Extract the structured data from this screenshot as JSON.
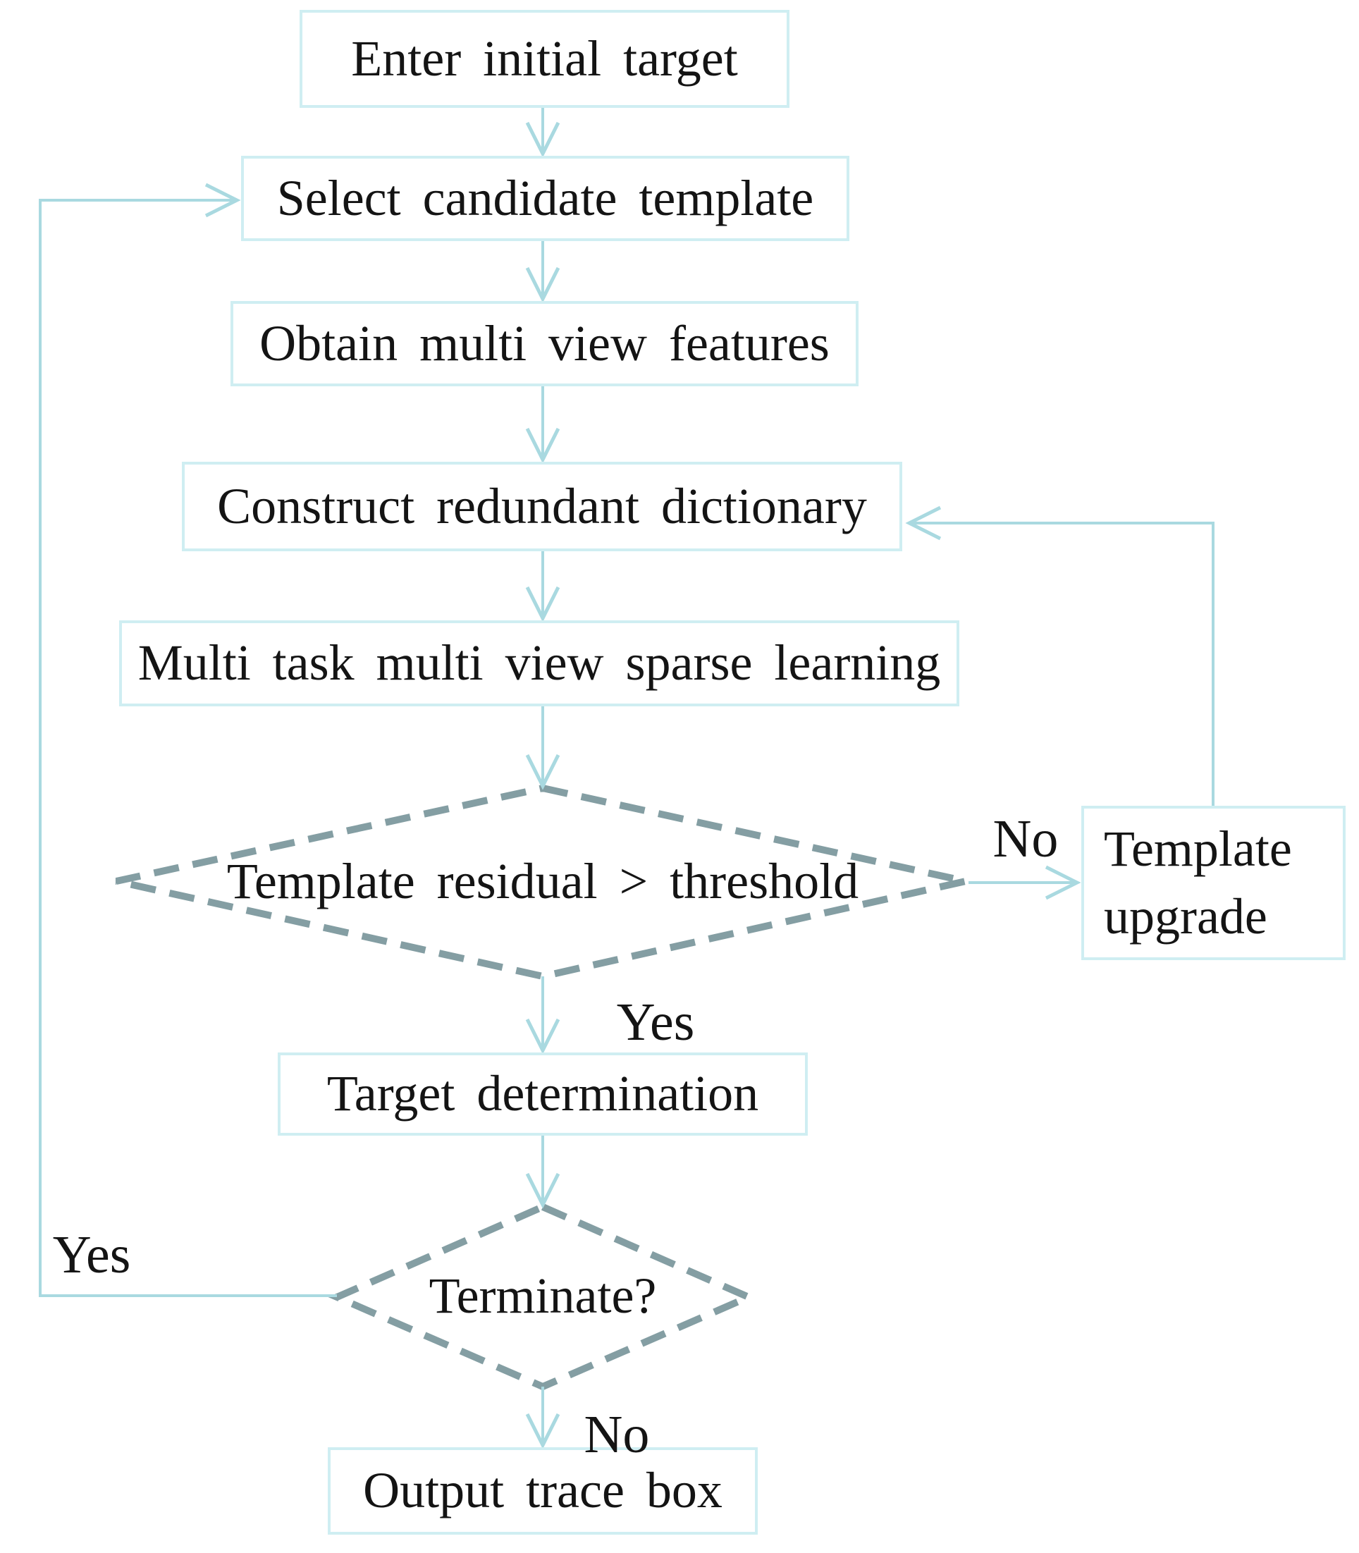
{
  "flowchart": {
    "colors": {
      "box_border": "#cfeef2",
      "line": "#a9d9e0",
      "dash": "#849ea3",
      "text": "#141414",
      "bg": "#ffffff"
    },
    "nodes": {
      "enter_initial_target": {
        "label": "Enter initial target",
        "type": "process"
      },
      "select_candidate_template": {
        "label": "Select candidate template",
        "type": "process"
      },
      "obtain_multi_view_features": {
        "label": "Obtain multi view features",
        "type": "process"
      },
      "construct_redundant_dictionary": {
        "label": "Construct redundant dictionary",
        "type": "process"
      },
      "multi_task_multi_view_sparse_learning": {
        "label": "Multi task multi view sparse learning",
        "type": "process"
      },
      "template_residual_threshold": {
        "label": "Template residual > threshold",
        "type": "decision"
      },
      "template_upgrade": {
        "label": "Template upgrade",
        "type": "process"
      },
      "target_determination": {
        "label": "Target determination",
        "type": "process"
      },
      "terminate": {
        "label": "Terminate?",
        "type": "decision"
      },
      "output_trace_box": {
        "label": "Output trace box",
        "type": "process"
      }
    },
    "edge_labels": {
      "residual_no": "No",
      "residual_yes": "Yes",
      "terminate_yes": "Yes",
      "terminate_no": "No"
    }
  }
}
